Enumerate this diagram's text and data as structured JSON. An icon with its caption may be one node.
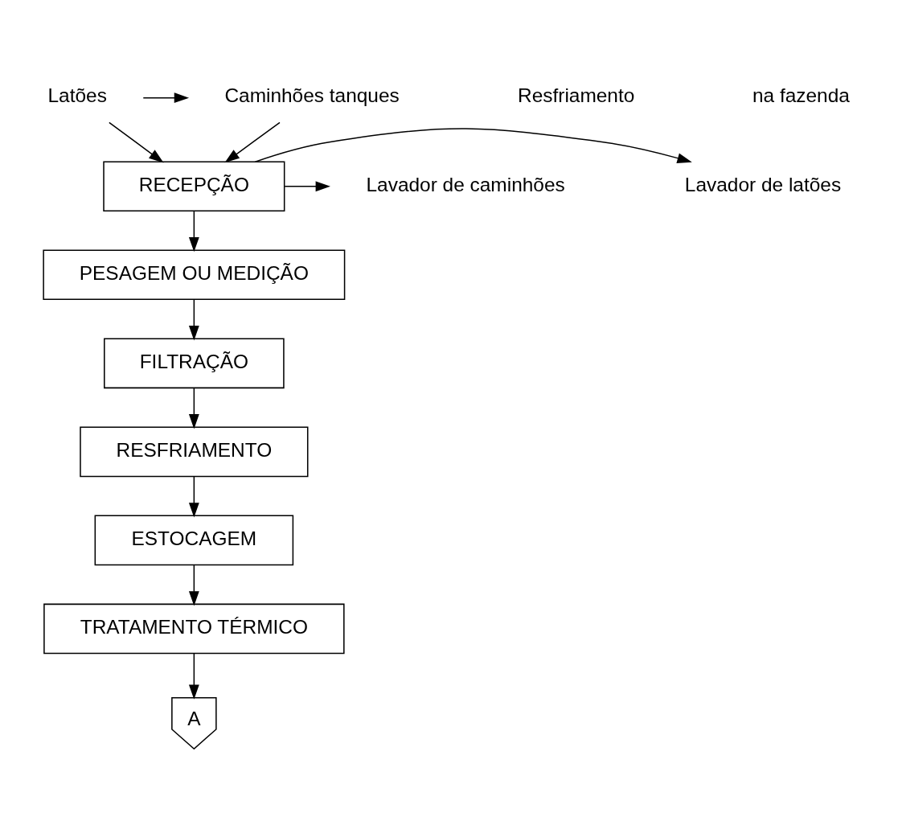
{
  "diagram": {
    "nodes": [
      {
        "text": [
          "Latões"
        ]
      },
      {
        "text": [
          "Caminhões tanques"
        ]
      },
      {
        "text": [
          "RECEPÇÃO"
        ]
      },
      {
        "text": [
          "Lavador de latões"
        ]
      },
      {
        "text": [
          "Lavador de caminhões"
        ]
      },
      {
        "text": [
          "PESAGEM OU MEDIÇÃO"
        ]
      },
      {
        "text": [
          "FILTRAÇÃO"
        ]
      },
      {
        "text": [
          "RESFRIAMENTO"
        ]
      },
      {
        "text": [
          "ESTOCAGEM"
        ]
      },
      {
        "text": [
          "TRATAMENTO TÉRMICO"
        ]
      },
      {
        "text": [
          "A"
        ]
      }
    ],
    "edges": [
      {
        "from": 0,
        "to": 1,
        "arrow": "to"
      },
      {
        "from": 0,
        "to": 2,
        "arrow": "to"
      },
      {
        "from": 1,
        "to": 2,
        "arrow": "to"
      },
      {
        "from": 2,
        "to": 3,
        "arrow": "to"
      },
      {
        "from": 2,
        "to": 4,
        "arrow": "to"
      },
      {
        "from": 2,
        "to": 5,
        "arrow": "to"
      },
      {
        "from": 5,
        "to": 6,
        "arrow": "to"
      },
      {
        "from": 6,
        "to": 7,
        "arrow": "to"
      },
      {
        "from": 7,
        "to": 8,
        "arrow": "to"
      },
      {
        "from": 8,
        "to": 9,
        "arrow": "to"
      },
      {
        "from": 9,
        "to": 10,
        "arrow": "to"
      }
    ],
    "labels": [
      "Resfriamento",
      "na fazenda"
    ]
  }
}
